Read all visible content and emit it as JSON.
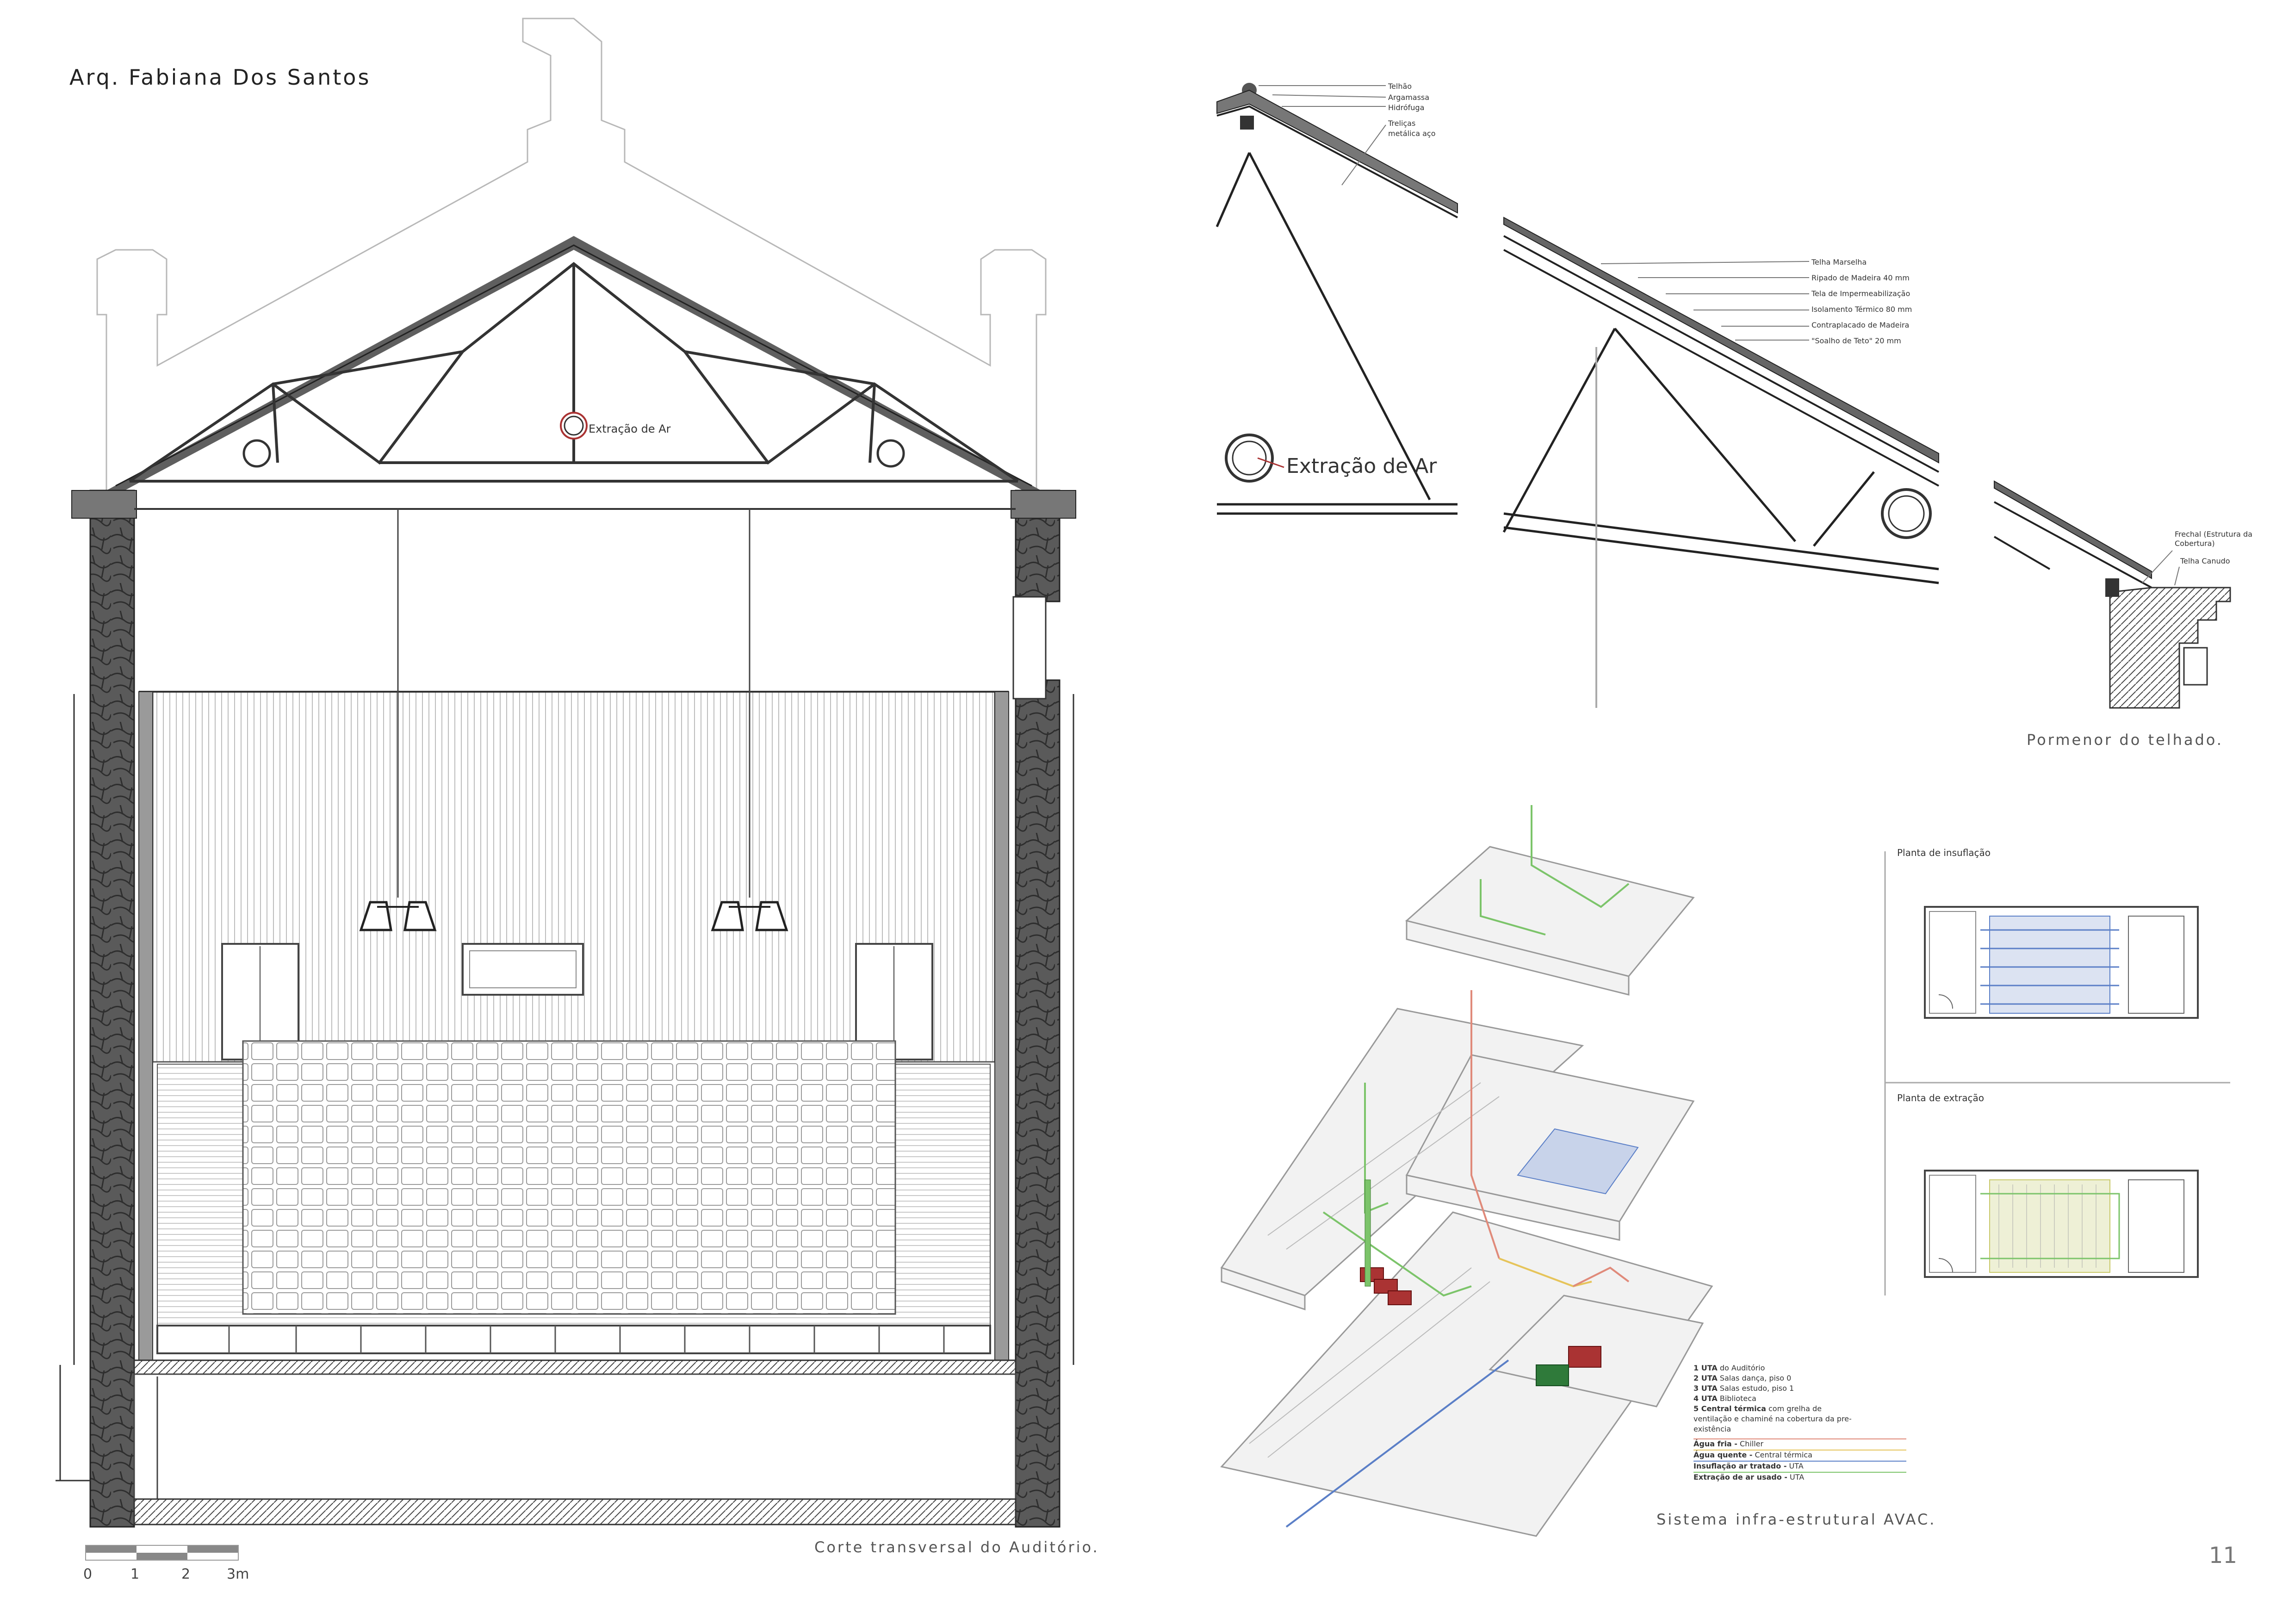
{
  "author": "Arq. Fabiana Dos Santos",
  "page_number": "11",
  "section": {
    "caption": "Corte transversal do Auditório.",
    "extraction_label": "Extração de Ar",
    "scale_ticks": [
      "0",
      "1",
      "2",
      "3m"
    ]
  },
  "roof_detail": {
    "caption": "Pormenor do telhado.",
    "extraction_label": "Extração de Ar",
    "layers_a": [
      "Telhão",
      "Argamassa",
      "Hidrófuga",
      "Treliças",
      "metálica aço"
    ],
    "layers_b": [
      "Telha Marselha",
      "Ripado de Madeira 40 mm",
      "Tela de Impermeabilização",
      "Isolamento Térmico 80 mm",
      "Contraplacado de Madeira",
      "\"Soalho de Teto\" 20 mm"
    ],
    "layers_c": [
      "Frechal (Estrutura da",
      "Cobertura)",
      "Telha Canudo"
    ]
  },
  "hvac": {
    "caption": "Sistema infra-estrutural AVAC.",
    "plan_insufflation": "Planta de insuflação",
    "plan_extraction": "Planta de extração",
    "legend_lines": [
      {
        "num": "1 UTA",
        "text": "do Auditório"
      },
      {
        "num": "2 UTA",
        "text": "Salas dança, piso 0"
      },
      {
        "num": "3 UTA",
        "text": "Salas estudo, piso 1"
      },
      {
        "num": "4 UTA",
        "text": "Biblioteca"
      },
      {
        "num": "5 Central térmica",
        "text": "com grelha de"
      }
    ],
    "legend_extra": [
      "ventilação e chaminé na cobertura da pre-",
      "existência"
    ],
    "legend_colors": [
      {
        "label": "Água fria -",
        "detail": "Chiller",
        "color": "#e08a7a"
      },
      {
        "label": "Água quente -",
        "detail": "Central térmica",
        "color": "#e6c45a"
      },
      {
        "label": "Insuflação ar tratado -",
        "detail": "UTA",
        "color": "#5b7fc7"
      },
      {
        "label": "Extração de ar usado -",
        "detail": "UTA",
        "color": "#7cc46a"
      }
    ]
  }
}
